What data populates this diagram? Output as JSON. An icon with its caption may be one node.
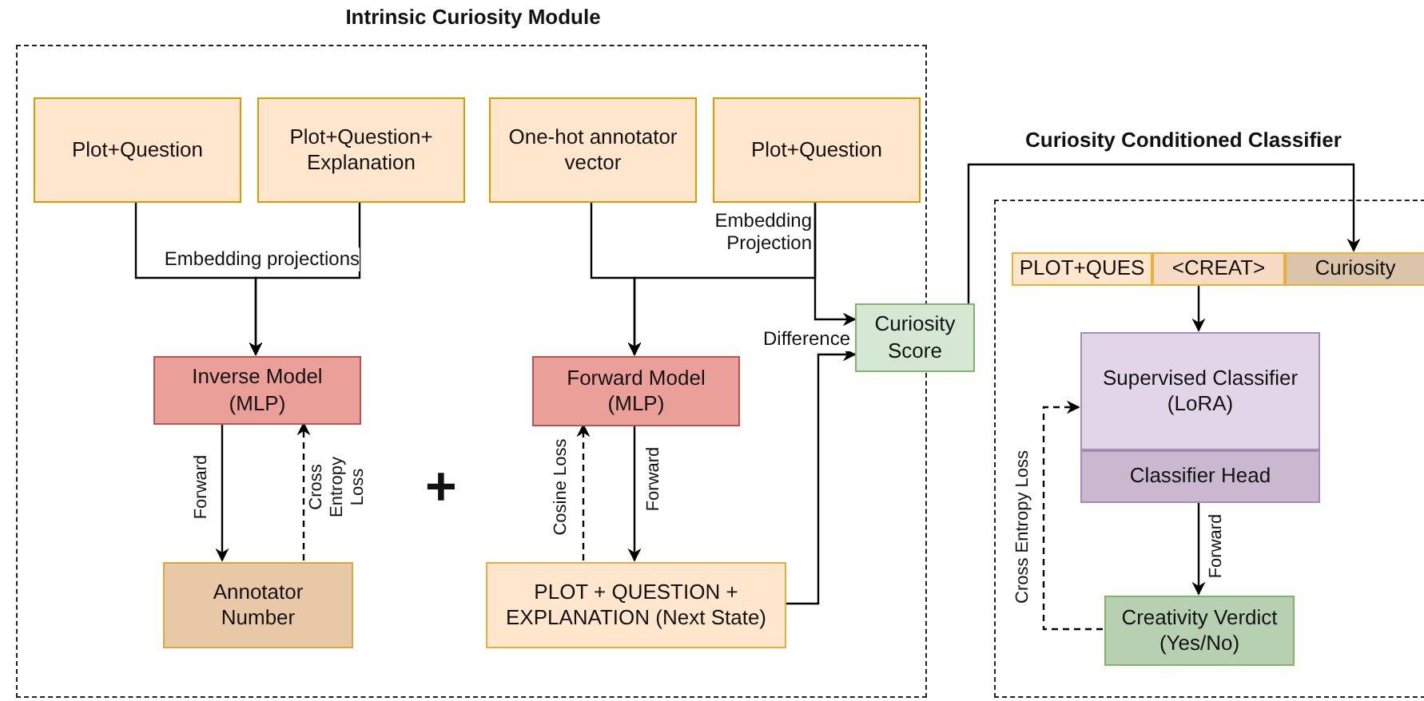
{
  "diagram": {
    "nodes": [
      {
        "text": [
          "Intrinsic Curiosity Module"
        ]
      },
      {
        "text": [
          "Plot+Question"
        ],
        "in": 0
      },
      {
        "text": [
          "Plot+Question+ Explanation"
        ],
        "in": 0
      },
      {
        "text": [
          "One-hot annotator vector"
        ],
        "in": 0
      },
      {
        "text": [
          "Plot+Question"
        ],
        "in": 0
      },
      {
        "text": [
          "Inverse Model (MLP)"
        ],
        "in": 0
      },
      {
        "text": [
          "Forward Model (MLP)"
        ],
        "in": 0
      },
      {
        "text": [
          "Annotator Number"
        ],
        "in": 0
      },
      {
        "text": [
          "PLOT + QUESTION + EXPLANATION (Next State)"
        ],
        "in": 0
      },
      {
        "text": [
          "Curiosity Score"
        ]
      },
      {
        "text": [
          "Curiosity Conditioned Classifier"
        ]
      },
      {
        "text": [
          "PLOT+QUES"
        ],
        "in": 10
      },
      {
        "text": [
          "<CREAT>"
        ],
        "in": 10
      },
      {
        "text": [
          "Curiosity"
        ],
        "in": 10
      },
      {
        "text": [
          "Supervised Classifier (LoRA)"
        ],
        "in": 10
      },
      {
        "text": [
          "Classifier Head"
        ],
        "in": 10
      },
      {
        "text": [
          "Creativity Verdict (Yes/No)"
        ],
        "in": 10
      }
    ],
    "edges": [
      {
        "from": 1,
        "to": 5,
        "arrow": "to",
        "label": "Embedding projections"
      },
      {
        "from": 2,
        "to": 5,
        "arrow": "to"
      },
      {
        "from": 3,
        "to": 6,
        "arrow": "to"
      },
      {
        "from": 4,
        "to": 6,
        "arrow": "to"
      },
      {
        "from": 4,
        "to": 9,
        "arrow": "to",
        "label": "Embedding Projection"
      },
      {
        "from": 5,
        "to": 7,
        "arrow": "to",
        "label": "Forward"
      },
      {
        "from": 7,
        "to": 5,
        "arrow": "to",
        "label": "Cross Entropy Loss",
        "style": "dashed"
      },
      {
        "from": 6,
        "to": 8,
        "arrow": "to",
        "label": "Forward"
      },
      {
        "from": 8,
        "to": 6,
        "arrow": "to",
        "label": "Cosine Loss",
        "style": "dashed"
      },
      {
        "from": 8,
        "to": 9,
        "arrow": "to",
        "label": "Difference"
      },
      {
        "from": 9,
        "to": 13,
        "arrow": "to"
      },
      {
        "from": 12,
        "to": 14,
        "arrow": "to"
      },
      {
        "from": 15,
        "to": 16,
        "arrow": "to",
        "label": "Forward"
      },
      {
        "from": 16,
        "to": 14,
        "arrow": "to",
        "label": "Cross Entropy Loss",
        "style": "dashed"
      }
    ],
    "labels": [
      "+"
    ]
  }
}
